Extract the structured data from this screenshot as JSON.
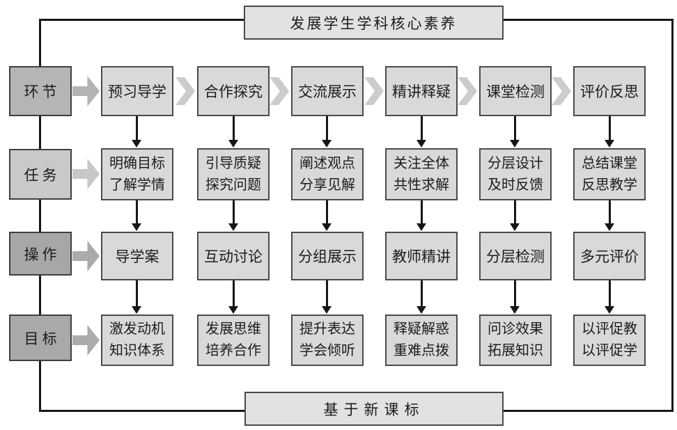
{
  "diagram": {
    "top_banner": "发展学生学科核心素养",
    "bottom_banner": "基于新课标",
    "row_labels": [
      "环节",
      "任务",
      "操作",
      "目标"
    ],
    "columns": [
      {
        "stage": "预习导学",
        "task": [
          "明确目标",
          "了解学情"
        ],
        "operation": "导学案",
        "goal": [
          "激发动机",
          "知识体系"
        ]
      },
      {
        "stage": "合作探究",
        "task": [
          "引导质疑",
          "探究问题"
        ],
        "operation": "互动讨论",
        "goal": [
          "发展思维",
          "培养合作"
        ]
      },
      {
        "stage": "交流展示",
        "task": [
          "阐述观点",
          "分享见解"
        ],
        "operation": "分组展示",
        "goal": [
          "提升表达",
          "学会倾听"
        ]
      },
      {
        "stage": "精讲释疑",
        "task": [
          "关注全体",
          "共性求解"
        ],
        "operation": "教师精讲",
        "goal": [
          "释疑解惑",
          "重难点拨"
        ]
      },
      {
        "stage": "课堂检测",
        "task": [
          "分层设计",
          "及时反馈"
        ],
        "operation": "分层检测",
        "goal": [
          "问诊效果",
          "拓展知识"
        ]
      },
      {
        "stage": "评价反思",
        "task": [
          "总结课堂",
          "反思教学"
        ],
        "operation": "多元评价",
        "goal": [
          "以评促教",
          "以评促学"
        ]
      }
    ],
    "colors": {
      "box_fill": "#d9d9d9",
      "banner_fill": "#e2e2e2",
      "label_fills": [
        "#b5b5b5",
        "#c9c9c9",
        "#a7a7a7",
        "#a9a9a9"
      ],
      "connector_black": "#161616",
      "flow_arrow_gray": "#b3b3b3",
      "chevron_gray": "#cccccc"
    }
  }
}
